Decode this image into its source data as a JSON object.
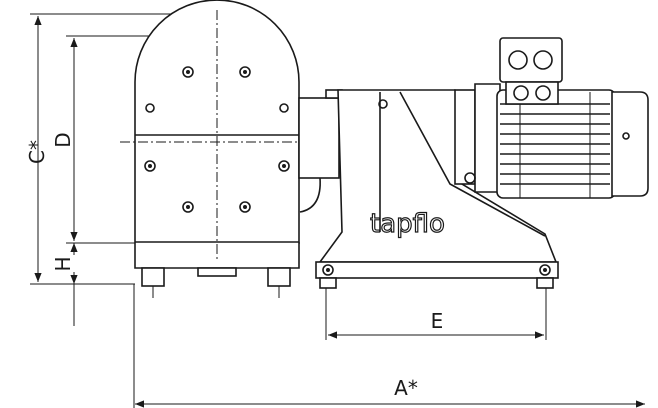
{
  "dimensions": {
    "A": "A*",
    "C": "C*",
    "D": "D",
    "E": "E",
    "H": "H"
  },
  "brand": {
    "logo_text": "tapflo"
  }
}
